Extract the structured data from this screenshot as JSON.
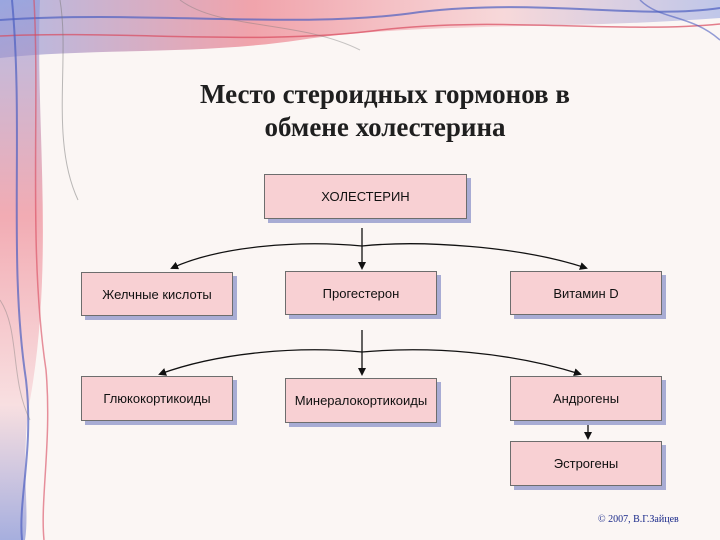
{
  "title": {
    "line1": "Место стероидных гормонов в",
    "line2": "обмене холестерина"
  },
  "nodes": {
    "cholesterol": "ХОЛЕСТЕРИН",
    "bile_acids": "Желчные кислоты",
    "progesterone": "Прогестерон",
    "vitamin_d": "Витамин D",
    "glucocorticoids": "Глюкокортикоиды",
    "mineralocorticoids": "Минералокортикоиды",
    "androgens": "Андрогены",
    "estrogens": "Эстрогены"
  },
  "footer": {
    "copyright": "© 2007, В.Г.Зайцев"
  },
  "colors": {
    "background": "#fbf6f4",
    "box_fill": "#f8d0d3",
    "box_shadow": "#a8acd4",
    "deco_red": "#e07080",
    "deco_blue": "#5566c0"
  }
}
